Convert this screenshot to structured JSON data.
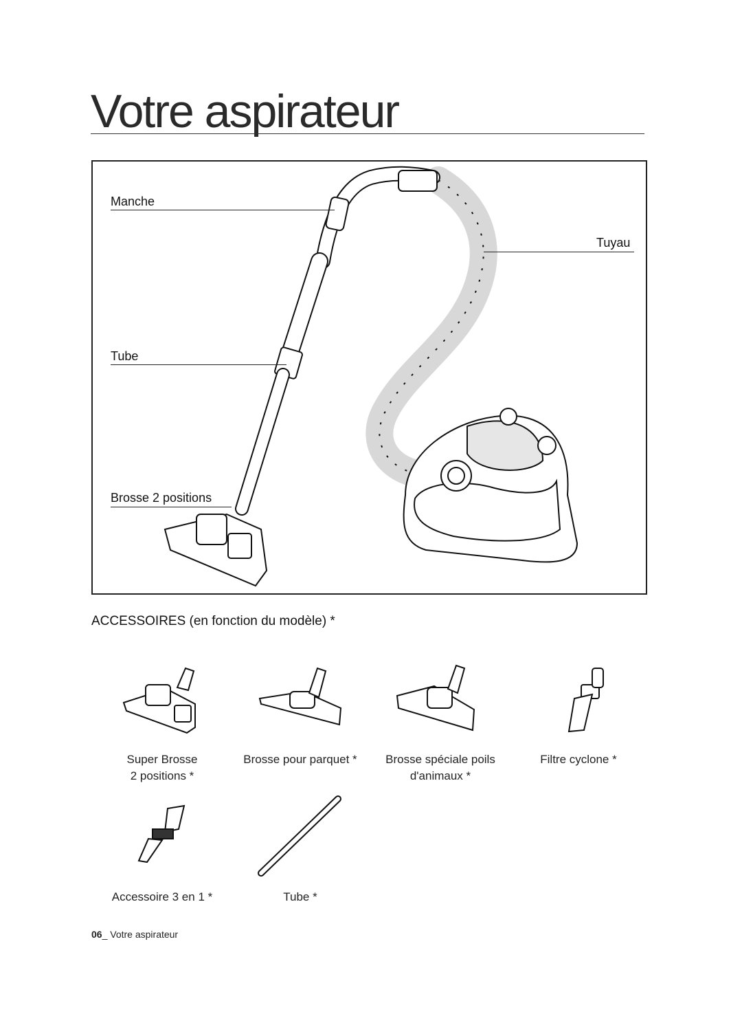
{
  "page_title": "Votre aspirateur",
  "diagram": {
    "labels": {
      "handle": "Manche",
      "hose": "Tuyau",
      "tube": "Tube",
      "brush": "Brosse 2 positions"
    }
  },
  "accessories": {
    "heading": "ACCESSOIRES (en fonction du modèle) *",
    "items": [
      {
        "line1": "Super Brosse",
        "line2": "2 positions *"
      },
      {
        "line1": "Brosse pour parquet *",
        "line2": ""
      },
      {
        "line1": "Brosse spéciale poils",
        "line2": "d'animaux *"
      },
      {
        "line1": "Filtre cyclone *",
        "line2": ""
      },
      {
        "line1": "Accessoire 3 en 1 *",
        "line2": ""
      },
      {
        "line1": "Tube *",
        "line2": ""
      }
    ]
  },
  "footer": {
    "page_number": "06",
    "separator": "_",
    "section": " Votre aspirateur"
  }
}
